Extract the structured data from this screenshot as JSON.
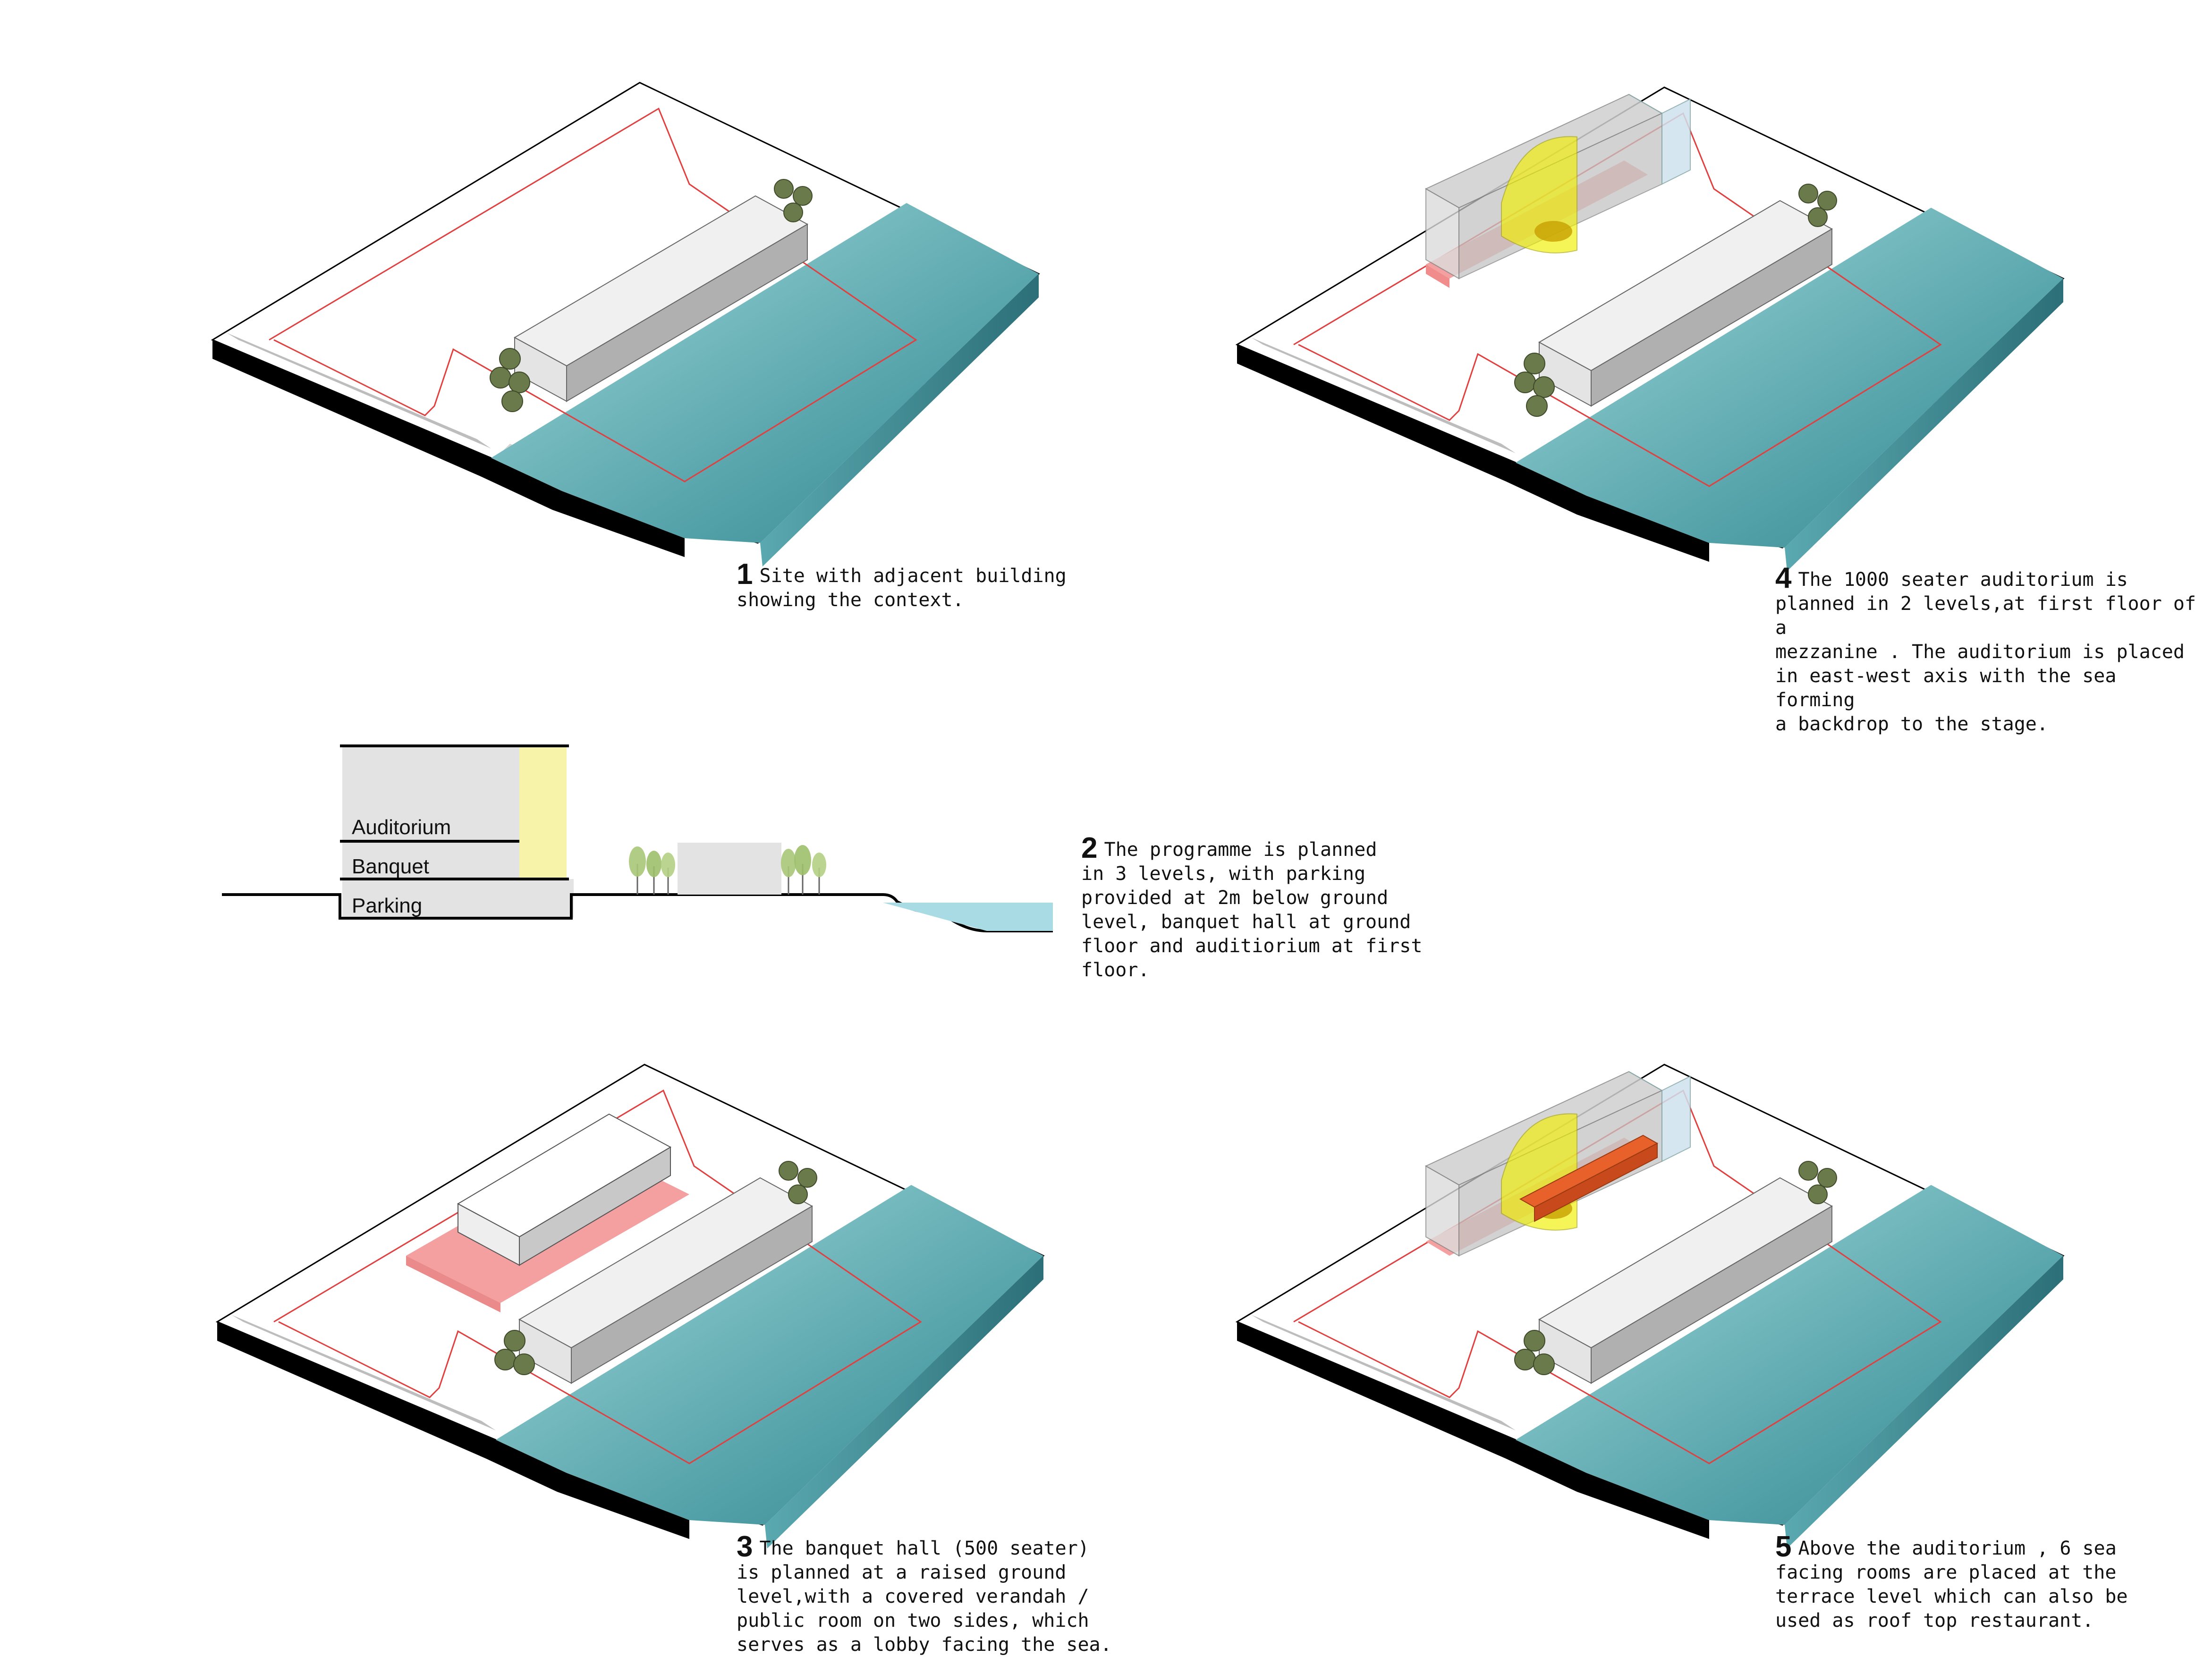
{
  "colors": {
    "ground": "#ffffff",
    "edge": "#000000",
    "road": "#bdbdbd",
    "site_boundary": "#e04040",
    "sea_light": "#6fb9c0",
    "sea_deep": "#3f8f98",
    "sand": "#d8bf98",
    "tree": "#6b7a4a",
    "building": "#e8e8e8",
    "building_side": "#b8b8b8",
    "banquet": "#f4a0a0",
    "auditorium": "#f2f000",
    "glass": "#cfe2ee",
    "restaurant": "#e8602a",
    "section_fill": "#e3e3e3",
    "section_yellow": "#f7f3a8",
    "section_water": "#a8dbe4"
  },
  "captions": [
    {
      "number": "1",
      "text": "Site with adjacent building\nshowing the context."
    },
    {
      "number": "2",
      "text": "The programme is planned\nin 3 levels, with parking\nprovided at 2m below ground\nlevel, banquet hall at ground\nfloor and auditiorium at first\nfloor."
    },
    {
      "number": "3",
      "text": "The banquet hall (500 seater)\nis planned at a raised ground\nlevel,with a covered verandah /\npublic room on two sides, which\nserves as a lobby facing the sea."
    },
    {
      "number": "4",
      "text": "The 1000 seater auditorium is\nplanned in 2 levels,at first floor of a\nmezzanine . The auditorium is placed\nin east-west axis with the sea forming\na backdrop to the stage."
    },
    {
      "number": "5",
      "text": "Above the auditorium , 6 sea\nfacing rooms are placed at the\nterrace level which can also be\nused as roof top restaurant."
    }
  ],
  "section": {
    "labels": [
      "Auditorium",
      "Banquet",
      "Parking"
    ]
  }
}
